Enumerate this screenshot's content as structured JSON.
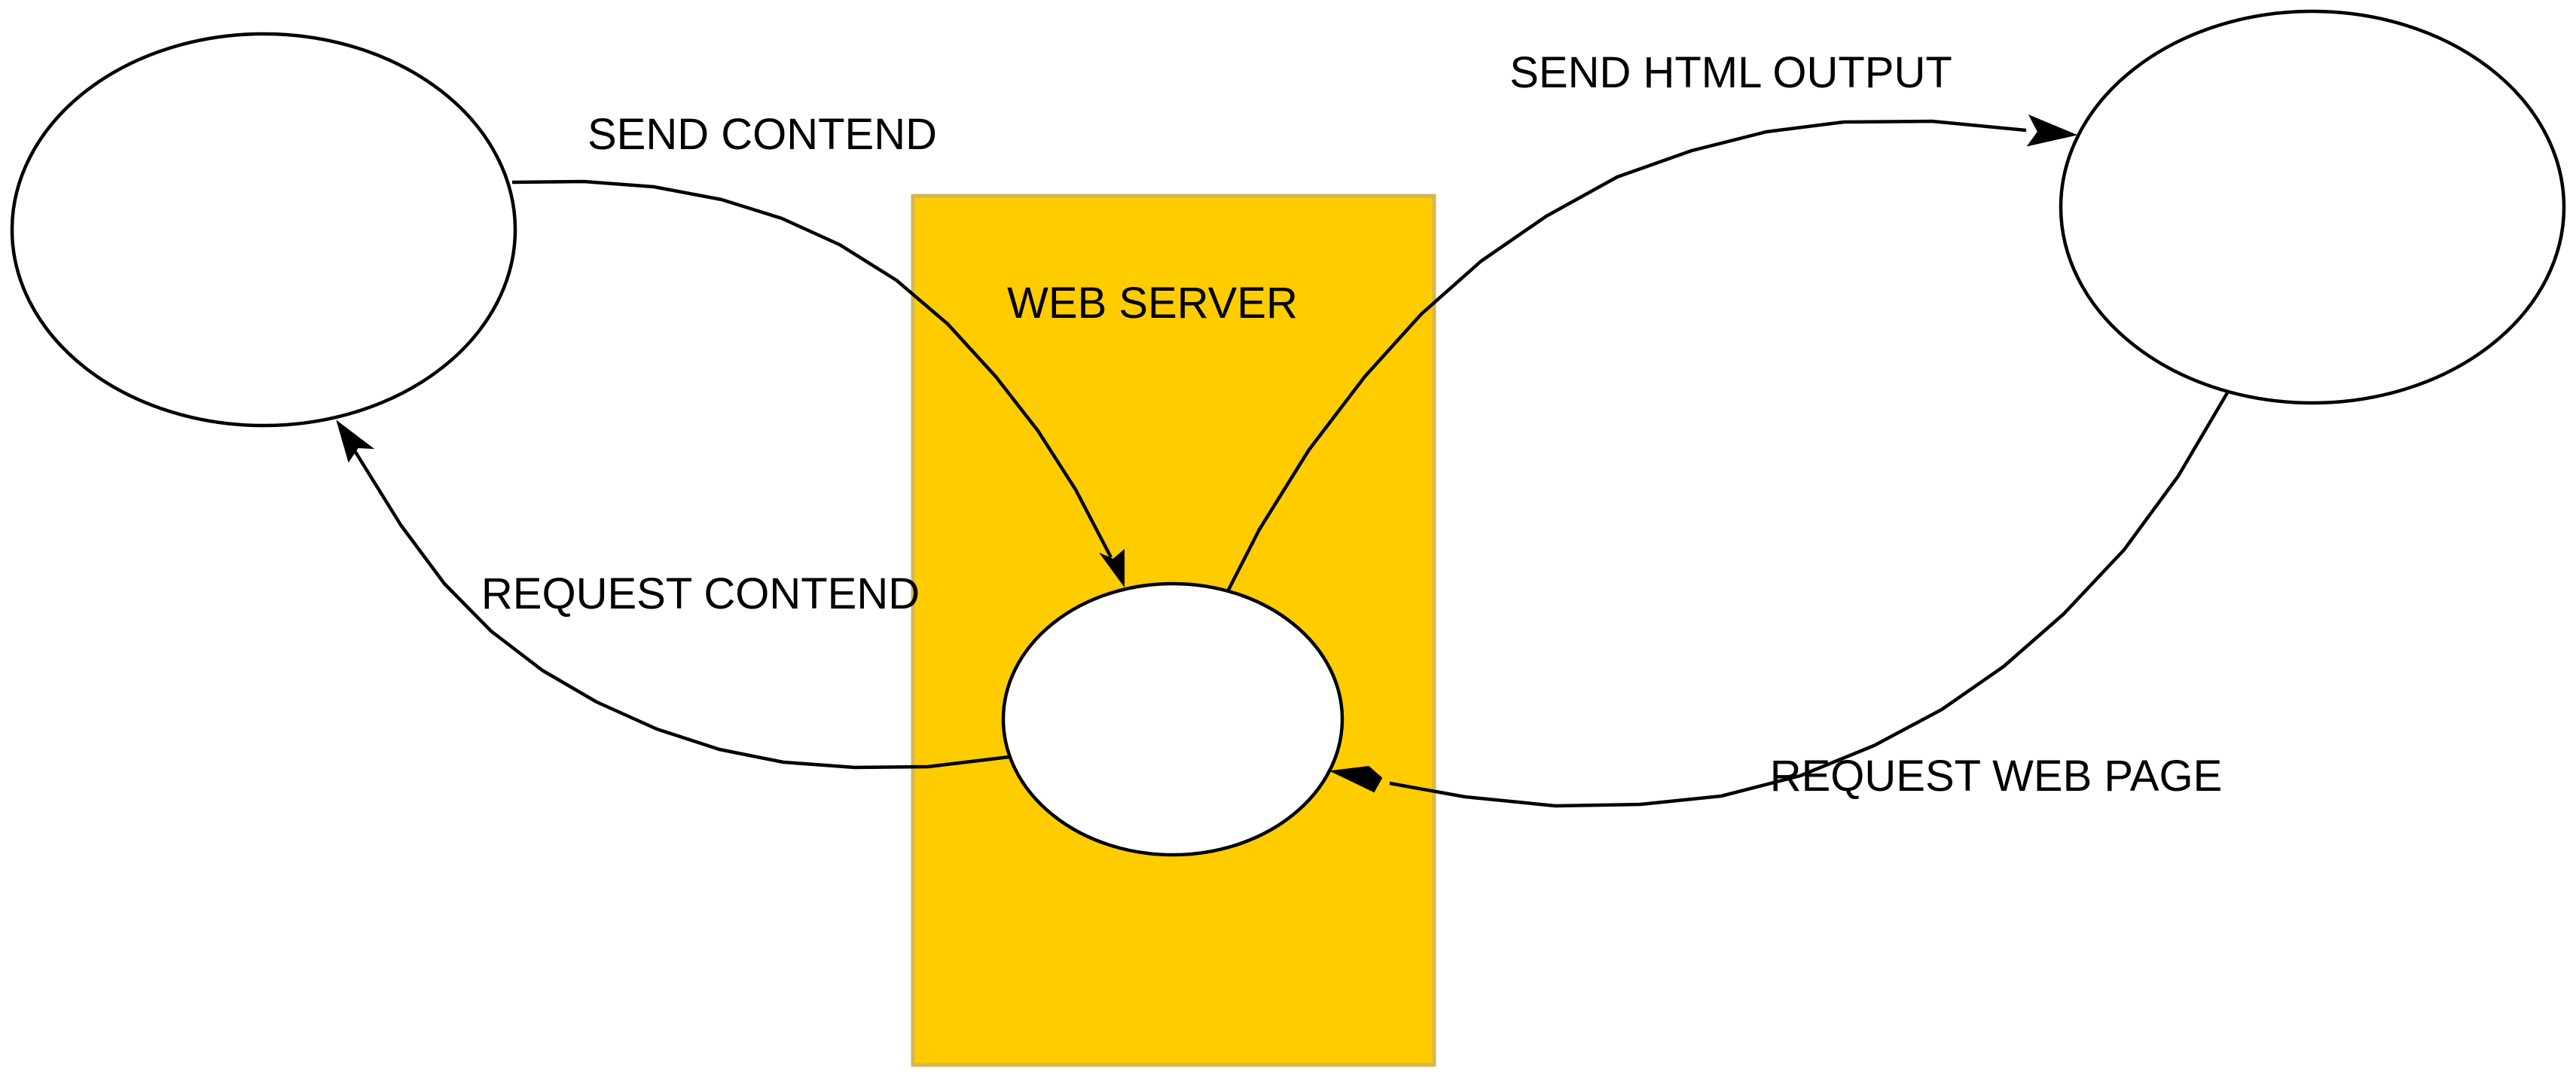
{
  "diagram": {
    "container": {
      "label": "WEB SERVER",
      "fill_color": "#FFCC00",
      "border_color": "#D6B656"
    },
    "node_fill_color": "#FFFFFF",
    "line_color": "#000000",
    "edges": {
      "send_contend": {
        "label": "SEND CONTEND"
      },
      "send_html_output": {
        "label": "SEND HTML OUTPUT"
      },
      "request_contend": {
        "label": "REQUEST CONTEND"
      },
      "request_web_page": {
        "label": "REQUEST WEB PAGE"
      }
    }
  }
}
